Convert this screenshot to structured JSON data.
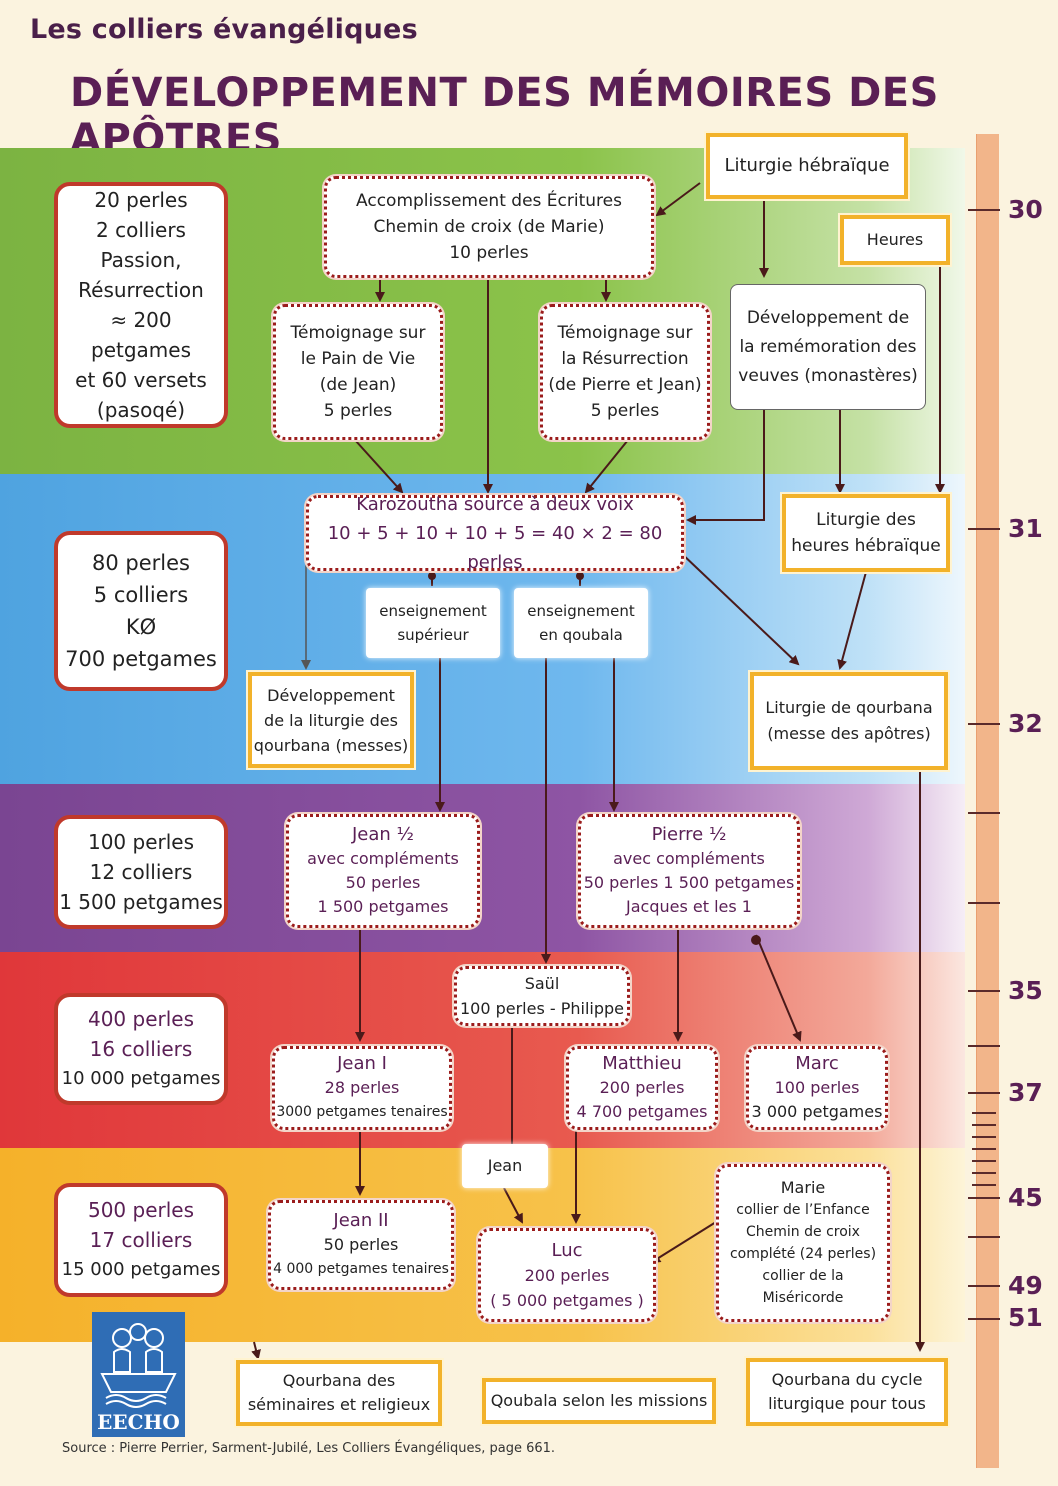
{
  "header": {
    "subtitle": "Les colliers évangéliques",
    "title": "DÉVELOPPEMENT DES MÉMOIRES DES APÔTRES"
  },
  "timeline": {
    "years": [
      "30",
      "31",
      "32",
      "35",
      "37",
      "45",
      "49",
      "51"
    ]
  },
  "summaries": [
    {
      "lines": [
        "20 perles",
        "2 colliers",
        "Passion,",
        "Résurrection",
        "≈ 200 petgames",
        "et 60 versets",
        "(pasoqé)"
      ]
    },
    {
      "lines": [
        "80 perles",
        "5 colliers",
        "KØ",
        "700 petgames"
      ]
    },
    {
      "lines": [
        "100 perles",
        "12 colliers",
        "1 500 petgames"
      ]
    },
    {
      "lines": [
        "400 perles",
        "16 colliers",
        "10 000 petgames"
      ]
    },
    {
      "lines": [
        "500 perles",
        "17 colliers",
        "15 000 petgames"
      ]
    }
  ],
  "nodes": {
    "liturgie_hebraique": [
      "Liturgie hébraïque"
    ],
    "accomplissement": [
      "Accomplissement des Écritures",
      "Chemin de croix (de Marie)",
      "10 perles"
    ],
    "heures": [
      "Heures"
    ],
    "temoignage_pain": [
      "Témoignage sur",
      "le Pain de Vie",
      "(de Jean)",
      "5 perles"
    ],
    "temoignage_resurrection": [
      "Témoignage sur",
      "la Résurrection",
      "(de Pierre et Jean)",
      "5 perles"
    ],
    "developpement_veuves": [
      "Développement de",
      "la remémoration des",
      "veuves (monastères)"
    ],
    "karozoutha": [
      "Karozoutha source à deux voix",
      "10 + 5 + 10 + 10 + 5 = 40 × 2 = 80 perles"
    ],
    "liturgie_heures": [
      "Liturgie des",
      "heures hébraïque"
    ],
    "enseignement_superieur": [
      "enseignement",
      "supérieur"
    ],
    "enseignement_qoubala": [
      "enseignement",
      "en qoubala"
    ],
    "developpement_liturgie": [
      "Développement",
      "de la liturgie des",
      "qourbana (messes)"
    ],
    "liturgie_qourbana": [
      "Liturgie de qourbana",
      "(messe des apôtres)"
    ],
    "jean_half": [
      "Jean ½",
      "avec compléments",
      "50 perles",
      "1 500 petgames"
    ],
    "pierre_half": [
      "Pierre ½",
      "avec compléments",
      "50 perles 1 500 petgames",
      "Jacques et les 1"
    ],
    "saul": [
      "Saül",
      "100 perles - Philippe"
    ],
    "jean_1": [
      "Jean I",
      "28 perles",
      "3000 petgames tenaires"
    ],
    "matthieu": [
      "Matthieu",
      "200 perles",
      "4 700 petgames"
    ],
    "marc": [
      "Marc",
      "100 perles",
      "3 000 petgames"
    ],
    "jean_label": [
      "Jean"
    ],
    "jean_2": [
      "Jean II",
      "50 perles",
      "4 000 petgames tenaires"
    ],
    "luc": [
      "Luc",
      "200 perles",
      "( 5 000 petgames )"
    ],
    "marie": [
      "Marie",
      "collier de l’Enfance",
      "Chemin de croix",
      "complété (24 perles)",
      "collier de la",
      "Miséricorde"
    ],
    "qourbana_seminaires": [
      "Qourbana des",
      "séminaires et religieux"
    ],
    "qoubala_missions": [
      "Qoubala selon les missions"
    ],
    "qourbana_cycle": [
      "Qourbana du cycle",
      "liturgique pour tous"
    ]
  },
  "logo": {
    "text": "EECHO"
  },
  "source": "Source : Pierre Perrier, Sarment-Jubilé, Les Colliers Évangéliques, page 661."
}
